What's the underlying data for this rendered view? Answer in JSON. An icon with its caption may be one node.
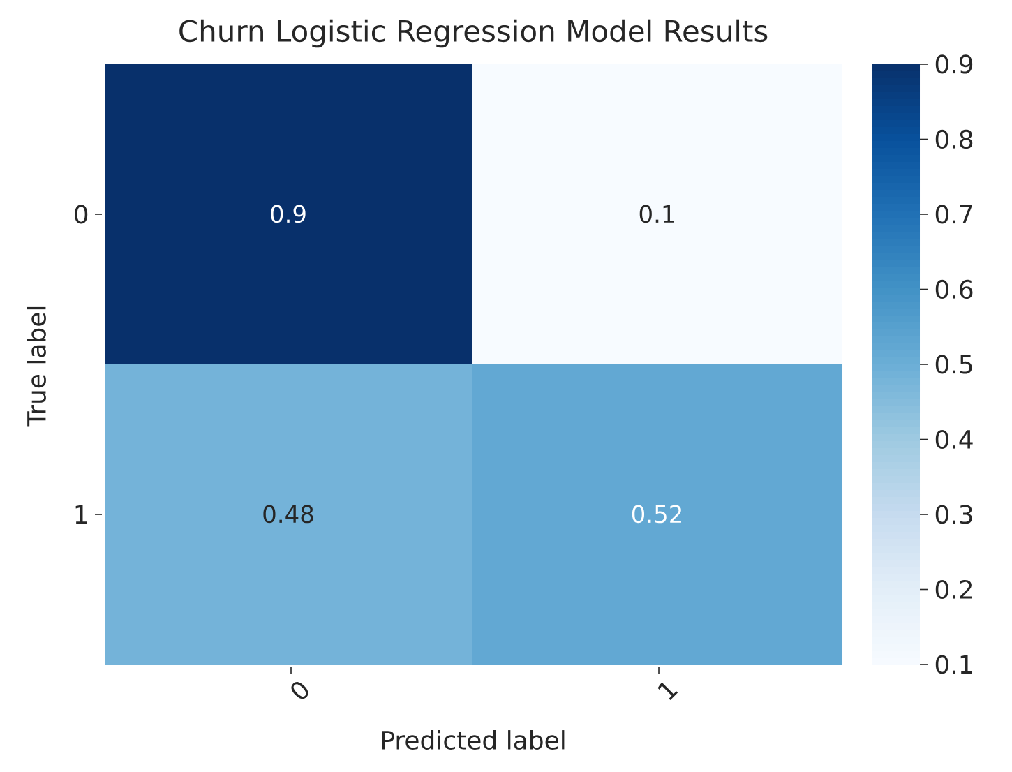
{
  "diagram": {
    "title": "Churn Logistic Regression Model Results",
    "nodes": [
      {
        "text": [
          "0.9"
        ]
      },
      {
        "text": [
          "0.1"
        ]
      },
      {
        "text": [
          "0.48"
        ]
      },
      {
        "text": [
          "0.52"
        ]
      }
    ],
    "labels": [
      "0",
      "1",
      "True label",
      "0",
      "1",
      "Predicted label",
      "0.9",
      "0.8",
      "0.7",
      "0.6",
      "0.5",
      "0.4",
      "0.3",
      "0.2",
      "0.1"
    ]
  }
}
